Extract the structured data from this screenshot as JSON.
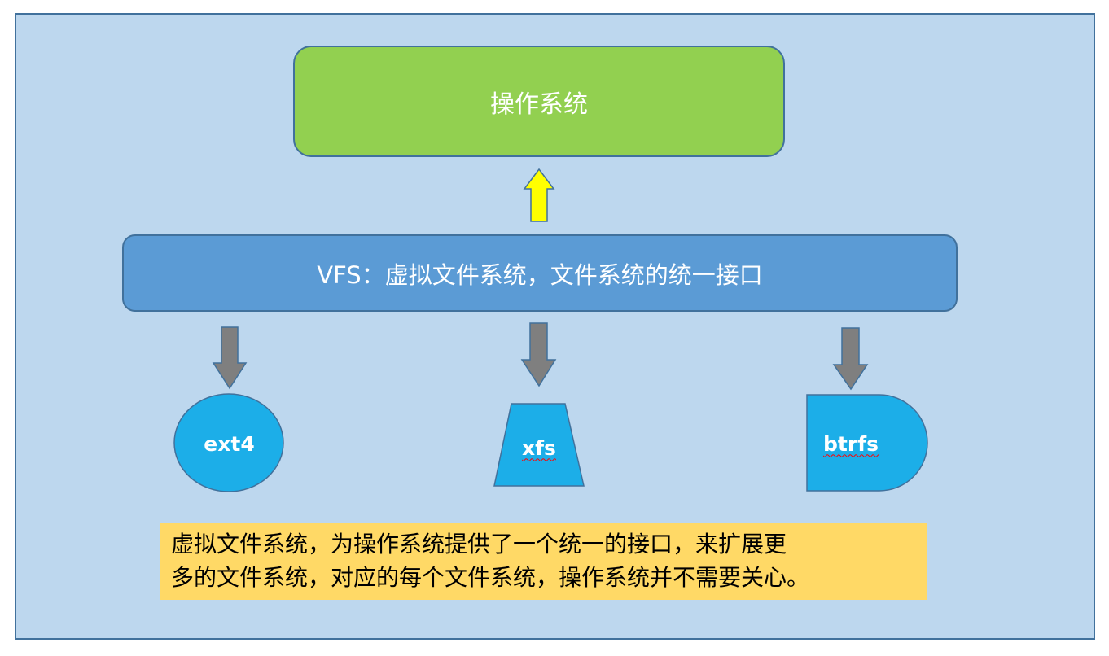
{
  "os": {
    "label": "操作系统"
  },
  "vfs": {
    "label": "VFS：虚拟文件系统，文件系统的统一接口"
  },
  "filesystems": [
    {
      "label": "ext4"
    },
    {
      "label": "xfs"
    },
    {
      "label": "btrfs"
    }
  ],
  "note": {
    "line1": "虚拟文件系统，为操作系统提供了一个统一的接口，来扩展更",
    "line2": "多的文件系统，对应的每个文件系统，操作系统并不需要关心。"
  },
  "colors": {
    "background": "#bdd7ee",
    "os_fill": "#92d050",
    "vfs_fill": "#5b9bd5",
    "fs_fill": "#1caee8",
    "up_arrow": "#ffff00",
    "down_arrow": "#7f7f7f",
    "note_fill": "#ffd966"
  }
}
